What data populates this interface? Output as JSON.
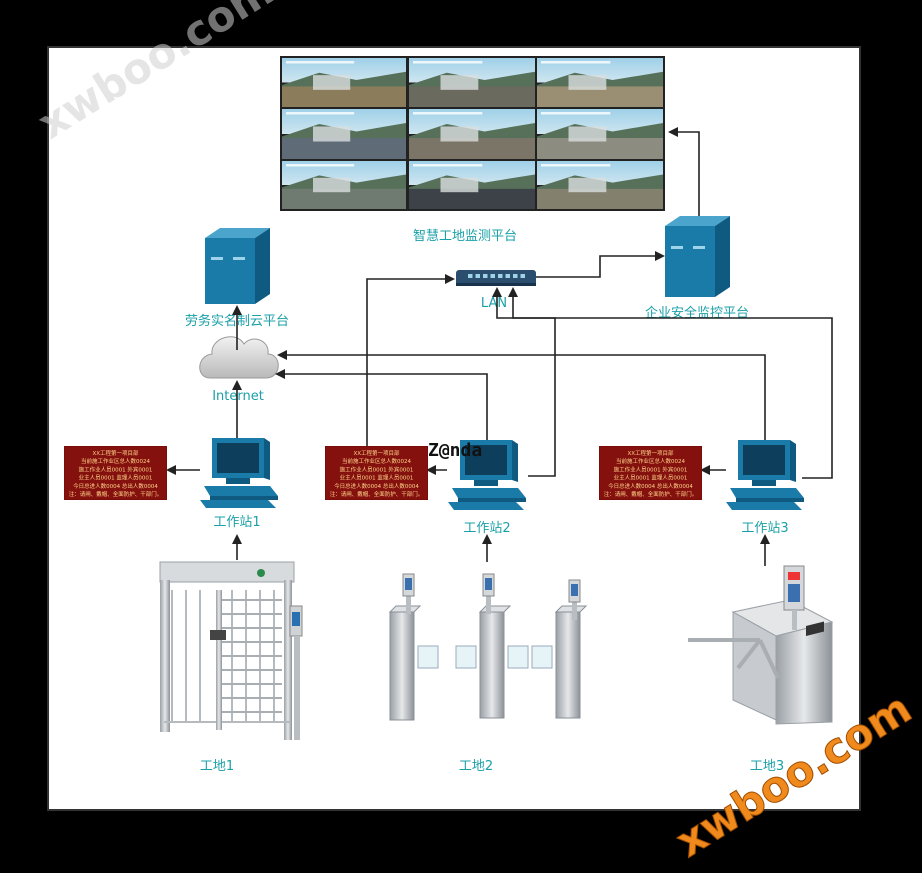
{
  "diagram": {
    "monitor_platform_label": "智慧工地监测平台",
    "labor_cloud_label": "劳务实名制云平台",
    "lan_label": "LAN",
    "enterprise_platform_label": "企业安全监控平台",
    "internet_label": "Internet",
    "workstations": [
      {
        "label": "工作站1"
      },
      {
        "label": "工作站2"
      },
      {
        "label": "工作站3"
      }
    ],
    "sites": [
      {
        "label": "工地1"
      },
      {
        "label": "工地2"
      },
      {
        "label": "工地3"
      }
    ],
    "led_lines": [
      "XX工程第一项目部",
      "当前施工作业区总人数0024",
      "施工作业人员0001    外宾0001",
      "业主人员0001    监理人员0001",
      "今日总进人数0004    总出人数0004",
      "注：请闸、戴帽、全面防护、干部门。"
    ],
    "overlay_text": "Z@nda",
    "watermark_text": "xwboo.com"
  },
  "colors": {
    "server_blue": "#1a7aa8",
    "label_teal": "#1aa0a8",
    "led_bg": "#7a0d0a",
    "watermark_orange": "#f08a1c"
  }
}
